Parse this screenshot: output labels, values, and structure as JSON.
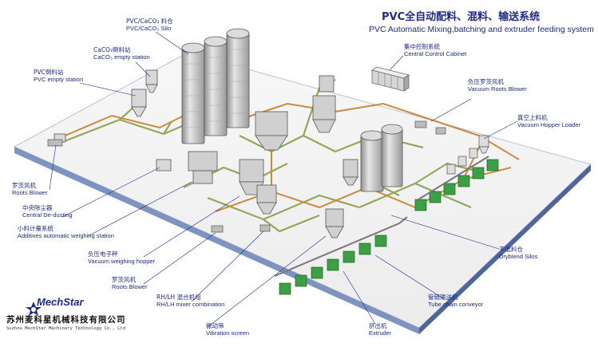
{
  "title": {
    "cn": "PVC全自动配料、混料、输送系统",
    "en": "PVC Automatic Mixing,batching and extruder feeding system"
  },
  "brand": {
    "name": "MechStar",
    "company_cn": "苏州麦科星机械科技有限公司",
    "company_en": "Suzhou MechStar Machinery Technology Co., Ltd"
  },
  "labels": {
    "pvc_silo": {
      "cn": "PVC/CaCO₃ 料仓",
      "en": "PVC/CaCO₃ Silo"
    },
    "caco3_empty": {
      "cn": "CaCO₃倒料站",
      "en": "CaCO₃ empty station"
    },
    "pvc_empty": {
      "cn": "PVC倒料站",
      "en": "PVC empty station"
    },
    "control_cabinet": {
      "cn": "集中控制系统",
      "en": "Central Control Cabinet"
    },
    "vacuum_roots_blower": {
      "cn": "负压罗茨风机",
      "en": "Vacuum Roots Blower"
    },
    "vacuum_hopper_loader": {
      "cn": "真空上料机",
      "en": "Vacuum Hopper Loader"
    },
    "roots_blower_left": {
      "cn": "罗茨风机",
      "en": "Roots Blower"
    },
    "central_dedusting": {
      "cn": "中央除尘器",
      "en": "Central De-dusting"
    },
    "additives_weighing": {
      "cn": "小料计量系统",
      "en": "Additives automatic weighing station"
    },
    "vacuum_weighing_hopper": {
      "cn": "负压电子秤",
      "en": "Vacuum weighing hopper"
    },
    "roots_blower_bottom": {
      "cn": "罗茨风机",
      "en": "Roots Blower"
    },
    "mixer": {
      "cn": "RH/LH 混合机组",
      "en": "RH/LH mixer combination"
    },
    "vibration_screen": {
      "cn": "振动筛",
      "en": "Vibration screen"
    },
    "dryblend_silos": {
      "cn": "干混料仓",
      "en": "Dryblend Silos"
    },
    "tube_chain": {
      "cn": "管链输送机",
      "en": "Tube chain conveyor"
    },
    "extruder": {
      "cn": "挤出机",
      "en": "Extruder"
    }
  },
  "colors": {
    "text": "#1f2a8a",
    "floor": "#f4f4f4",
    "floor_edge": "#6d86b8",
    "silo": "#c9c9c9",
    "pipe_green": "#93a857",
    "pipe_orange": "#c98a3c",
    "extruder": "#3aa043"
  }
}
